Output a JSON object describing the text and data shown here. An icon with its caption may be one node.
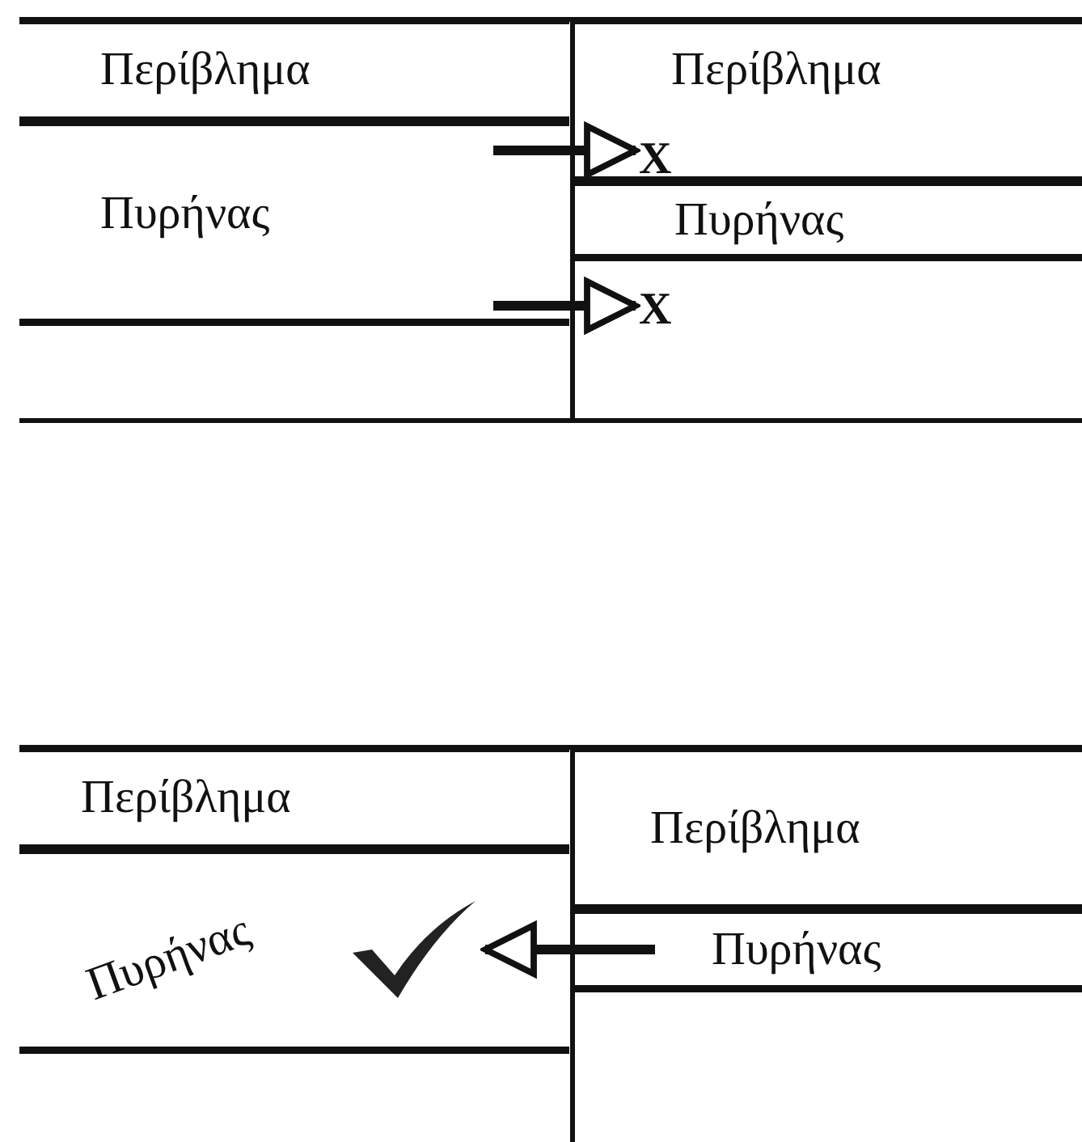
{
  "diagram": {
    "nodes": [
      {
        "text": [
          "Περίβλημα"
        ]
      },
      {
        "text": [
          "Πυρήνας"
        ]
      },
      {
        "text": [
          "Περίβλημα"
        ]
      },
      {
        "text": [
          "X"
        ],
        "in": 2
      },
      {
        "text": [
          "Πυρήνας"
        ]
      },
      {
        "text": [
          "X"
        ]
      },
      {
        "text": [
          "Περίβλημα"
        ]
      },
      {
        "text": [
          "Πυρήνας"
        ]
      },
      {
        "text": [
          "Περίβλημα"
        ]
      },
      {
        "text": [
          "Πυρήνας"
        ]
      }
    ],
    "edges": [
      {
        "from": 1,
        "to": 3,
        "arrow": "to"
      },
      {
        "from": 1,
        "to": 5,
        "arrow": "to"
      },
      {
        "from": 9,
        "to": 7,
        "arrow": "to"
      }
    ]
  }
}
